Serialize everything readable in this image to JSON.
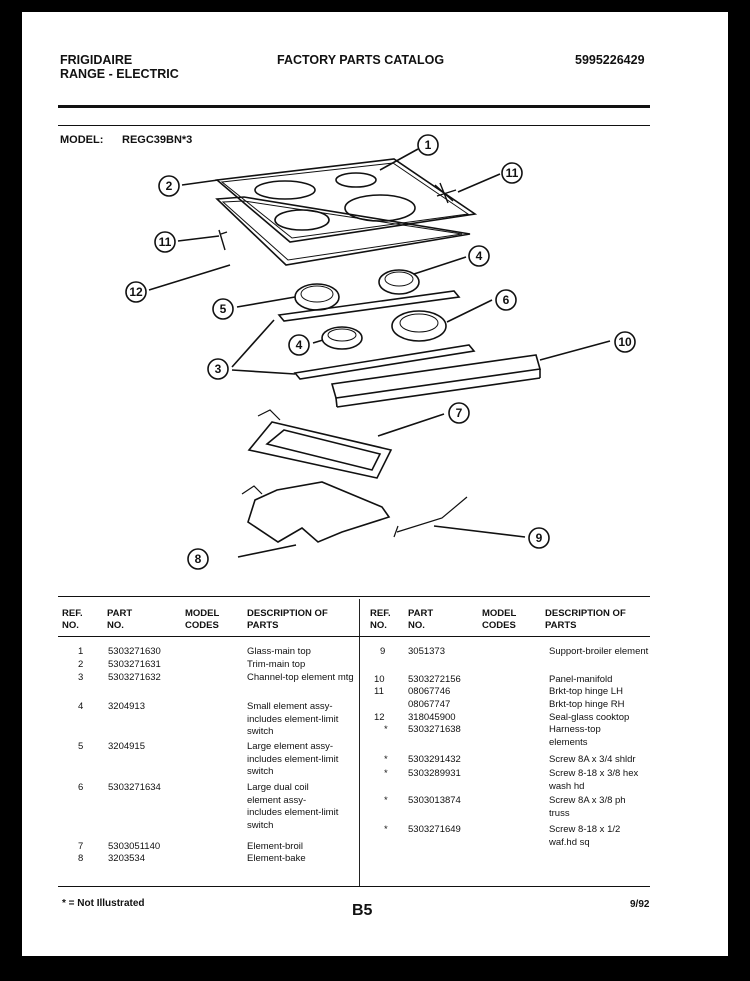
{
  "header": {
    "brand": "FRIGIDAIRE",
    "product_line": "RANGE - ELECTRIC",
    "catalog_title": "FACTORY PARTS CATALOG",
    "catalog_number": "5995226429"
  },
  "model": {
    "label": "MODEL:",
    "value": "REGC39BN*3"
  },
  "diagram": {
    "callouts": [
      "1",
      "2",
      "11",
      "11",
      "12",
      "4",
      "5",
      "6",
      "3",
      "4",
      "10",
      "7",
      "9",
      "8"
    ]
  },
  "table": {
    "columns": {
      "ref": "REF. NO.",
      "part": "PART NO.",
      "model": "MODEL CODES",
      "desc": "DESCRIPTION OF PARTS"
    },
    "left_rows": [
      {
        "ref": "1",
        "part": "5303271630",
        "desc": "Glass-main top"
      },
      {
        "ref": "2",
        "part": "5303271631",
        "desc": "Trim-main top"
      },
      {
        "ref": "3",
        "part": "5303271632",
        "desc": "Channel-top element mtg"
      },
      {
        "ref": "4",
        "part": "3204913",
        "desc": "Small element assy-includes element-limit switch"
      },
      {
        "ref": "5",
        "part": "3204915",
        "desc": "Large element assy-includes element-limit switch"
      },
      {
        "ref": "6",
        "part": "5303271634",
        "desc": "Large dual coil element assy-includes element-limit switch"
      },
      {
        "ref": "7",
        "part": "5303051140",
        "desc": "Element-broil"
      },
      {
        "ref": "8",
        "part": "3203534",
        "desc": "Element-bake"
      }
    ],
    "right_rows": [
      {
        "ref": "9",
        "part": "3051373",
        "desc": "Support-broiler element"
      },
      {
        "ref": "10",
        "part": "5303272156",
        "desc": "Panel-manifold"
      },
      {
        "ref": "11",
        "part": "08067746",
        "desc": "Brkt-top hinge LH"
      },
      {
        "ref": "",
        "part": "08067747",
        "desc": "Brkt-top hinge RH"
      },
      {
        "ref": "12",
        "part": "318045900",
        "desc": "Seal-glass cooktop"
      },
      {
        "ref": "*",
        "part": "5303271638",
        "desc": "Harness-top elements"
      },
      {
        "ref": "*",
        "part": "5303291432",
        "desc": "Screw 8A x 3/4 shldr"
      },
      {
        "ref": "*",
        "part": "5303289931",
        "desc": "Screw 8-18 x 3/8 hex wash hd"
      },
      {
        "ref": "*",
        "part": "5303013874",
        "desc": "Screw 8A x 3/8 ph truss"
      },
      {
        "ref": "*",
        "part": "5303271649",
        "desc": "Screw 8-18 x 1/2 waf.hd sq"
      }
    ]
  },
  "footer": {
    "note": "* = Not Illustrated",
    "page": "B5",
    "date": "9/92"
  }
}
